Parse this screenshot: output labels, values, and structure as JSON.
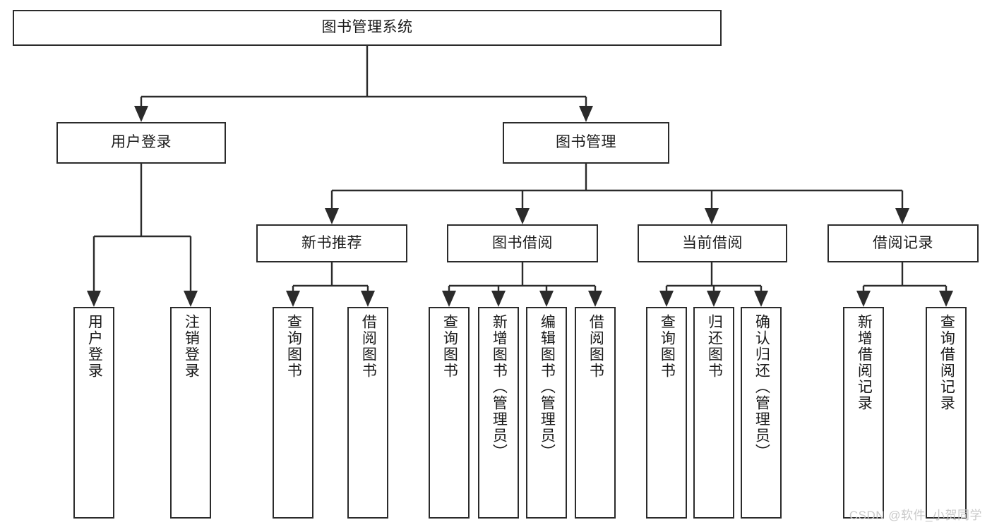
{
  "diagram": {
    "title": "图书管理系统",
    "type": "tree",
    "root": {
      "id": "root",
      "label": "图书管理系统",
      "orientation": "horizontal"
    },
    "level2": [
      {
        "id": "user-login",
        "label": "用户登录",
        "orientation": "horizontal"
      },
      {
        "id": "book-manage",
        "label": "图书管理",
        "orientation": "horizontal"
      }
    ],
    "level3": [
      {
        "id": "new-book-recommend",
        "label": "新书推荐",
        "orientation": "horizontal",
        "parent": "book-manage"
      },
      {
        "id": "book-borrow",
        "label": "图书借阅",
        "orientation": "horizontal",
        "parent": "book-manage"
      },
      {
        "id": "current-borrow",
        "label": "当前借阅",
        "orientation": "horizontal",
        "parent": "book-manage"
      },
      {
        "id": "borrow-record",
        "label": "借阅记录",
        "orientation": "horizontal",
        "parent": "book-manage"
      }
    ],
    "leaves": [
      {
        "id": "leaf-user-login",
        "label": "用户登录",
        "parent": "user-login"
      },
      {
        "id": "leaf-user-logout",
        "label": "注销登录",
        "parent": "user-login"
      },
      {
        "id": "leaf-query-book-1",
        "label": "查询图书",
        "parent": "new-book-recommend"
      },
      {
        "id": "leaf-borrow-book-1",
        "label": "借阅图书",
        "parent": "new-book-recommend"
      },
      {
        "id": "leaf-query-book-2",
        "label": "查询图书",
        "parent": "book-borrow"
      },
      {
        "id": "leaf-add-book",
        "label": "新增图书（管理员）",
        "parent": "book-borrow"
      },
      {
        "id": "leaf-edit-book",
        "label": "编辑图书（管理员）",
        "parent": "book-borrow"
      },
      {
        "id": "leaf-borrow-book-2",
        "label": "借阅图书",
        "parent": "book-borrow"
      },
      {
        "id": "leaf-query-book-3",
        "label": "查询图书",
        "parent": "current-borrow"
      },
      {
        "id": "leaf-return-book",
        "label": "归还图书",
        "parent": "current-borrow"
      },
      {
        "id": "leaf-confirm-return",
        "label": "确认归还（管理员）",
        "parent": "current-borrow"
      },
      {
        "id": "leaf-add-record",
        "label": "新增借阅记录",
        "parent": "borrow-record"
      },
      {
        "id": "leaf-query-record",
        "label": "查询借阅记录",
        "parent": "borrow-record"
      }
    ]
  },
  "watermark": {
    "text": "CSDN @软件_小贺同学"
  },
  "colors": {
    "background": "#ffffff",
    "stroke": "#2b2b2b",
    "text": "#1a1a1a",
    "watermark": "#c9c9c9"
  }
}
